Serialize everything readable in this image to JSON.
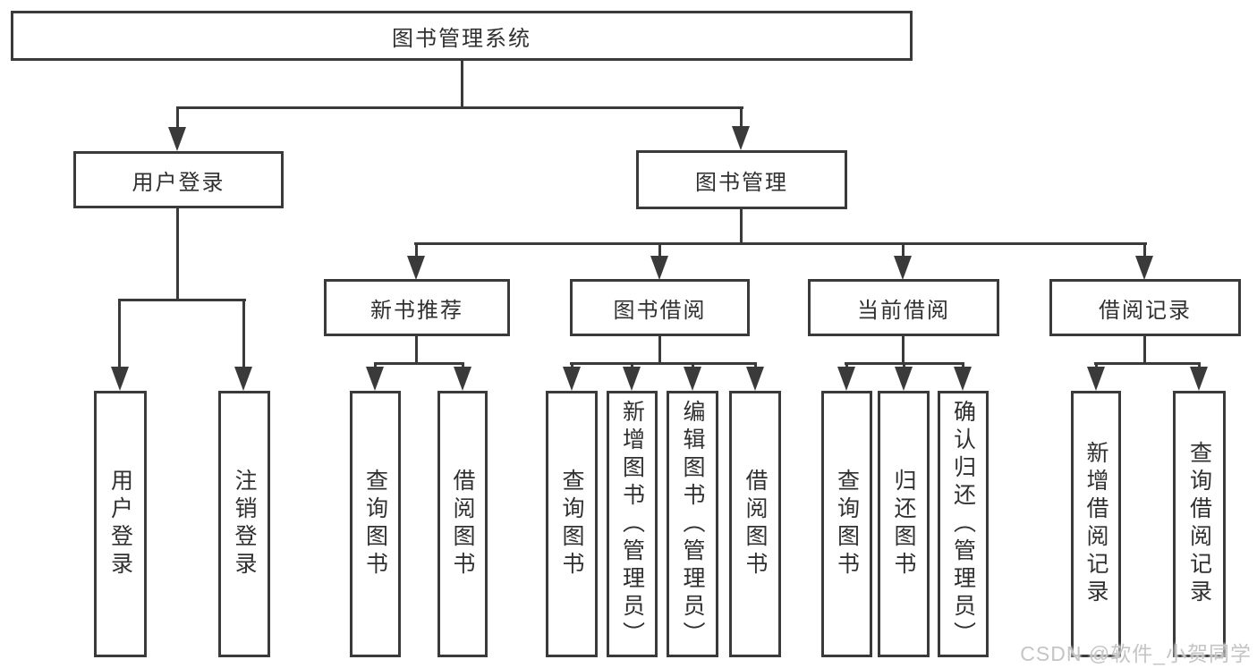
{
  "colors": {
    "line": "#3a3a3a",
    "text": "#303030",
    "watermark": "#c5c5c5",
    "background": "#ffffff"
  },
  "watermark": "CSDN @软件_小贺同学",
  "tree": {
    "root": "图书管理系统",
    "branches": [
      {
        "label": "用户登录",
        "children": [
          "用户登录",
          "注销登录"
        ]
      },
      {
        "label": "图书管理",
        "groups": [
          {
            "label": "新书推荐",
            "children": [
              "查询图书",
              "借阅图书"
            ]
          },
          {
            "label": "图书借阅",
            "children": [
              "查询图书",
              "新增图书（管理员）",
              "编辑图书（管理员）",
              "借阅图书"
            ]
          },
          {
            "label": "当前借阅",
            "children": [
              "查询图书",
              "归还图书",
              "确认归还（管理员）"
            ]
          },
          {
            "label": "借阅记录",
            "children": [
              "新增借阅记录",
              "查询借阅记录"
            ]
          }
        ]
      }
    ]
  }
}
